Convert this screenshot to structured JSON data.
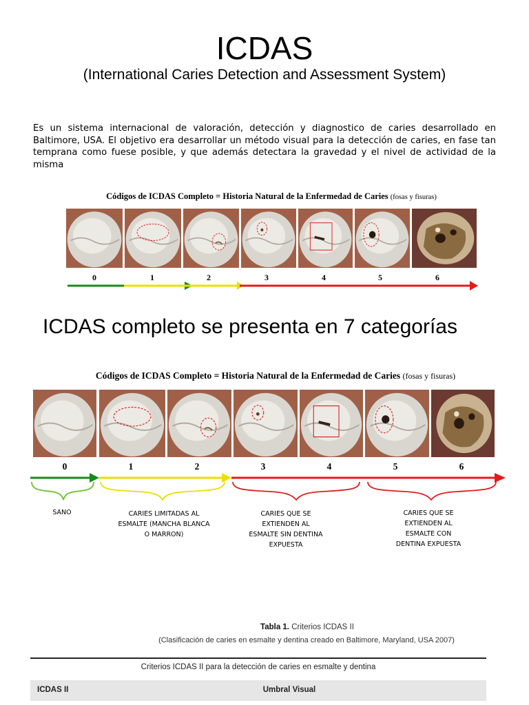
{
  "title": "ICDAS",
  "subtitle": "(International Caries Detection and Assessment System)",
  "intro": "Es un sistema internacional de valoración, detección y diagnostico de caries desarrollado en Baltimore, USA. El objetivo era desarrollar un método visual para la detección de caries, en fase tan temprana como fuese posible, y que además detectara la gravedad y el nivel de actividad de la misma",
  "figure1": {
    "title": "Códigos de ICDAS Completo = Historia Natural de la Enfermedad de Caries",
    "title_suffix": "(fosas y fisuras)",
    "codes": [
      "0",
      "1",
      "2",
      "3",
      "4",
      "5",
      "6"
    ]
  },
  "heading2": "ICDAS completo se presenta en 7 categorías",
  "figure2": {
    "title": "Códigos de ICDAS Completo = Historia Natural de la Enfermedad de Caries",
    "title_suffix": "(fosas y fisuras)",
    "codes": [
      "0",
      "1",
      "2",
      "3",
      "4",
      "5",
      "6"
    ],
    "categories": [
      "SANO",
      "CARIES LIMITADAS AL ESMALTE (MANCHA BLANCA O MARRON)",
      "CARIES QUE SE EXTIENDEN AL ESMALTE SIN DENTINA EXPUESTA",
      "CARIES QUE SE EXTIENDEN AL ESMALTE CON DENTINA EXPUESTA"
    ]
  },
  "tabla": {
    "label": "Tabla 1.",
    "title": "Criterios ICDAS II",
    "subtitle": "(Clasificación de caries en esmalte y dentina creado en  Baltimore, Maryland, USA 2007)",
    "caption": "Criterios ICDAS II para la detección de caries en esmalte y dentina",
    "columns": [
      "ICDAS II",
      "Umbral Visual"
    ]
  },
  "colors": {
    "green": "#1a8a1a",
    "yellow": "#e8e000",
    "red": "#e31b1b"
  },
  "photos_icons": [
    "tooth-photo-0",
    "tooth-photo-1",
    "tooth-photo-2",
    "tooth-photo-3",
    "tooth-photo-4",
    "tooth-photo-5",
    "tooth-photo-6"
  ]
}
